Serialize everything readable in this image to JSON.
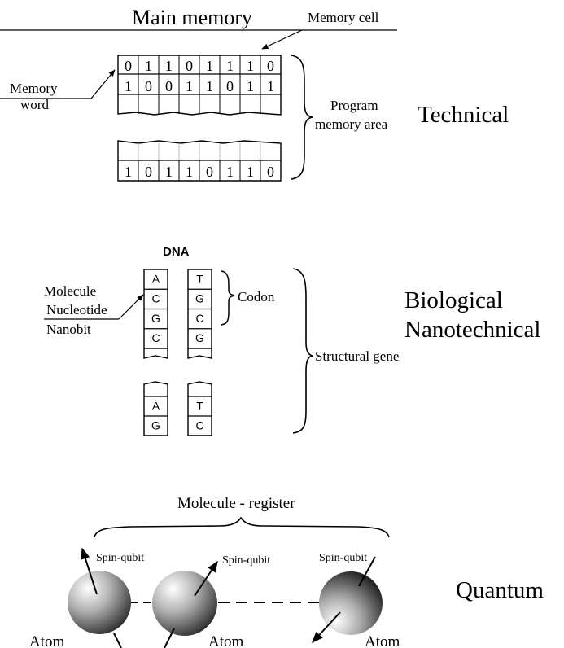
{
  "technical": {
    "title": "Main memory",
    "memory_cell_label": "Memory cell",
    "memory_word_line1": "Memory",
    "memory_word_line2": "word",
    "program_area_line1": "Program",
    "program_area_line2": "memory area",
    "category_label": "Technical",
    "rows": [
      [
        "0",
        "1",
        "1",
        "0",
        "1",
        "1",
        "1",
        "0"
      ],
      [
        "1",
        "0",
        "0",
        "1",
        "1",
        "0",
        "1",
        "1"
      ]
    ],
    "bottom_row": [
      "1",
      "0",
      "1",
      "1",
      "0",
      "1",
      "1",
      "0"
    ]
  },
  "biological": {
    "dna_label": "DNA",
    "molecule_label": "Molecule",
    "nucleotide_label": "Nucleotide",
    "nanobit_label": "Nanobit",
    "codon_label": "Codon",
    "structural_gene_label": "Structural gene",
    "category_line1": "Biological",
    "category_line2": "Nanotechnical",
    "strand_left_top": [
      "A",
      "C",
      "G",
      "C"
    ],
    "strand_right_top": [
      "T",
      "G",
      "C",
      "G"
    ],
    "strand_left_bottom": [
      "A",
      "G"
    ],
    "strand_right_bottom": [
      "T",
      "C"
    ]
  },
  "quantum": {
    "register_label": "Molecule - register",
    "category_label": "Quantum",
    "spin_labels": [
      "Spin-qubit",
      "Spin-qubit",
      "Spin-qubit"
    ],
    "atom_labels": [
      "Atom",
      "Atom",
      "Atom"
    ]
  }
}
